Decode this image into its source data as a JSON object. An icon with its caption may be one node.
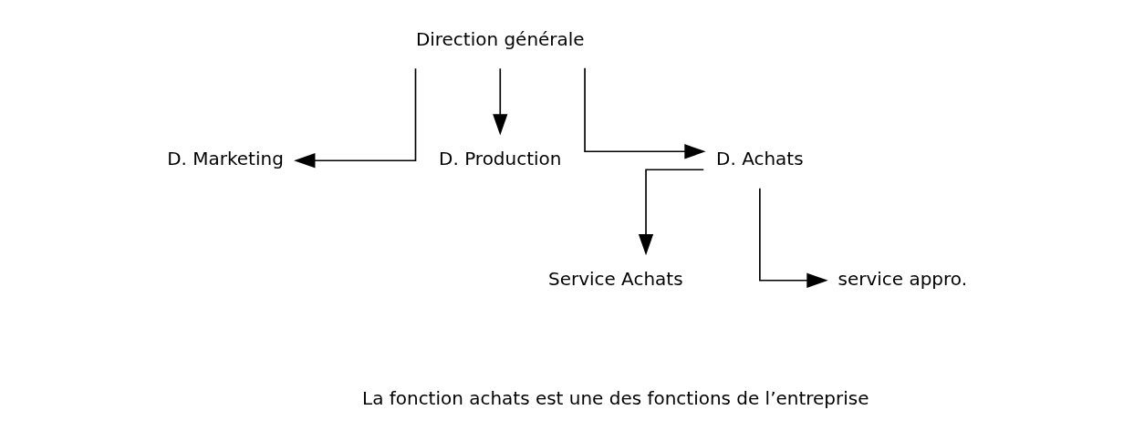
{
  "diagram": {
    "nodes": [
      {
        "text": [
          "Direction générale"
        ]
      },
      {
        "text": [
          "D. Marketing"
        ]
      },
      {
        "text": [
          "D. Production"
        ]
      },
      {
        "text": [
          "D. Achats"
        ]
      },
      {
        "text": [
          "Service Achats"
        ]
      },
      {
        "text": [
          "service appro."
        ]
      }
    ],
    "edges": [
      {
        "from": 0,
        "to": 1,
        "arrow": "to"
      },
      {
        "from": 0,
        "to": 2,
        "arrow": "to"
      },
      {
        "from": 0,
        "to": 3,
        "arrow": "to"
      },
      {
        "from": 3,
        "to": 4,
        "arrow": "to"
      },
      {
        "from": 3,
        "to": 5,
        "arrow": "to"
      }
    ],
    "labels": [
      "La fonction achats est une des fonctions de l’entreprise"
    ]
  }
}
